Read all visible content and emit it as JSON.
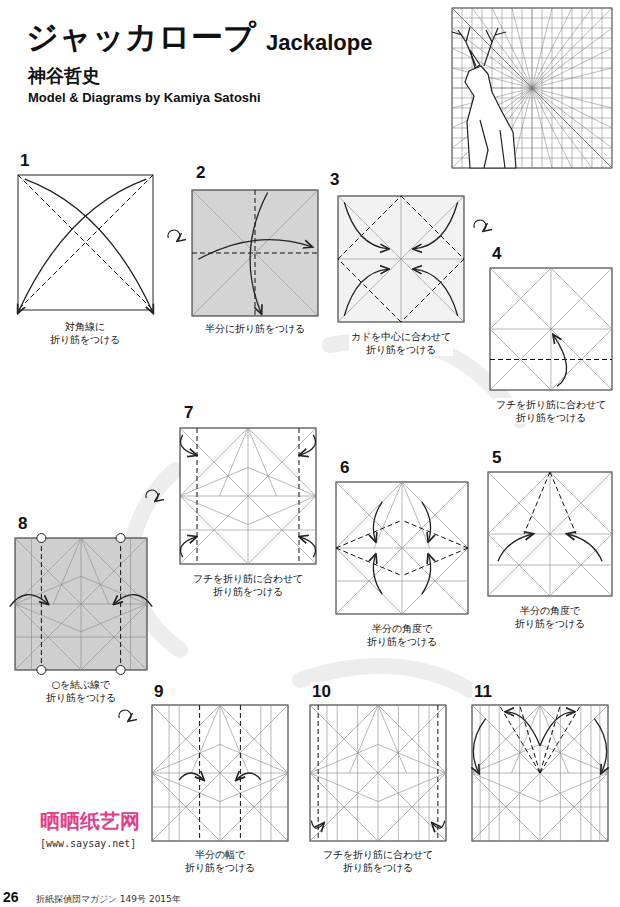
{
  "diagram": {
    "title": "ジャッカロープ",
    "labels": [
      "Jackalope",
      "神谷哲史",
      "Model & Diagrams by Kamiya Satoshi",
      "1",
      "対角線に 折り筋をつける",
      "2",
      "半分に折り筋をつける",
      "3",
      "カドを中心に合わせて 折り筋をつける",
      "4",
      "フチを折り筋に合わせて 折り筋をつける",
      "5",
      "半分の角度で 折り筋をつける",
      "6",
      "半分の角度で 折り筋をつける",
      "7",
      "フチを折り筋に合わせて 折り筋をつける",
      "8",
      "○を結ぶ線で 折り筋をつける",
      "9",
      "半分の幅で 折り筋をつける",
      "10",
      "フチを折り筋に合わせて 折り筋をつける",
      "11",
      "晒晒纸艺网",
      "[www.saysay.net]",
      "26",
      "折紙探偵団マガジン 149号 2015年"
    ]
  }
}
